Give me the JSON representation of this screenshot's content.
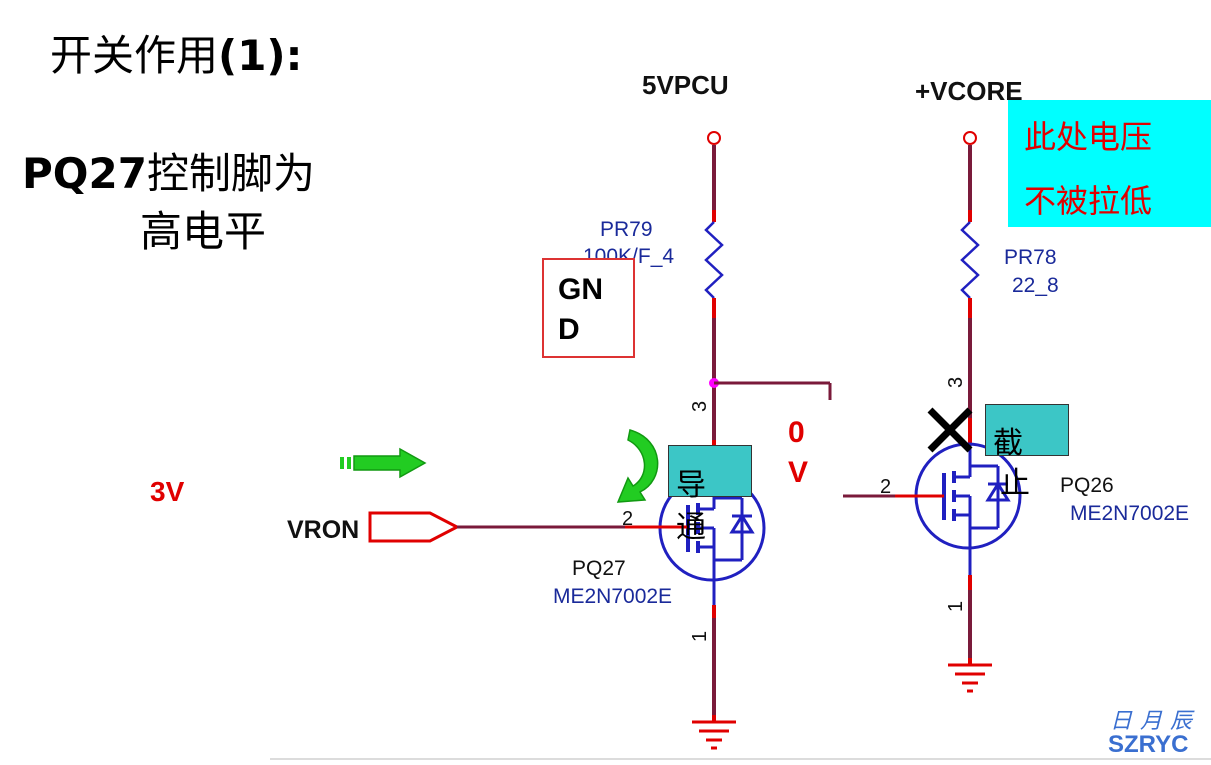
{
  "slide": {
    "title_prefix": "开关作用",
    "title_suffix": "(1):",
    "control_bold": "PQ27",
    "control_rest": "控制脚为",
    "control_line2": "高电平"
  },
  "schematic": {
    "rail_left": "5VPCU",
    "rail_right": "+VCORE",
    "res_left_name": "PR79",
    "res_left_value": "100K/F_4",
    "res_right_name": "PR78",
    "res_right_value": "22_8",
    "fet_left_name": "PQ27",
    "fet_left_part": "ME2N7002E",
    "fet_right_name": "PQ26",
    "fet_right_part": "ME2N7002E",
    "input_net": "VRON",
    "pin_3": "3",
    "pin_2": "2",
    "pin_1": "1"
  },
  "annotations": {
    "gnd_line1": "GN",
    "gnd_line2": "D",
    "voltage_in": "3V",
    "node_voltage_line1": "0",
    "node_voltage_line2": "V",
    "on_label_line1": "导",
    "on_label_line2": "通",
    "off_label_line1": "截",
    "off_label_line2": "止",
    "note_line1": "此处电压",
    "note_line2": "不被拉低"
  },
  "watermark": {
    "cn": "日月辰",
    "en": "SZRYC"
  },
  "colors": {
    "wire_red": "#e00000",
    "wire_maroon": "#7a1a3a",
    "symbol_blue": "#2020c0",
    "note_bg": "#00ffff",
    "label_bg": "#3cc6c6",
    "arrow_green": "#22cc22"
  }
}
